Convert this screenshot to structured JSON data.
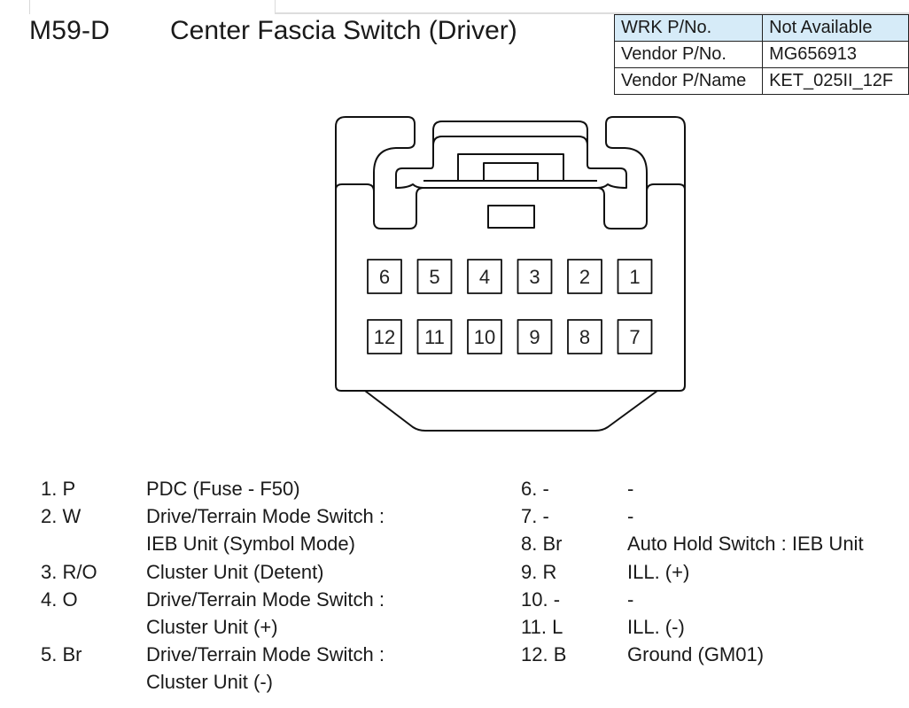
{
  "header": {
    "connector_id": "M59-D",
    "connector_name": "Center Fascia Switch (Driver)"
  },
  "info_table": {
    "rows": [
      {
        "key": "WRK P/No.",
        "value": "Not Available"
      },
      {
        "key": "Vendor P/No.",
        "value": "MG656913"
      },
      {
        "key": "Vendor P/Name",
        "value": "KET_025II_12F"
      }
    ],
    "header_color": "#d6ebf8"
  },
  "connector_diagram": {
    "pin_rows": [
      [
        "6",
        "5",
        "4",
        "3",
        "2",
        "1"
      ],
      [
        "12",
        "11",
        "10",
        "9",
        "8",
        "7"
      ]
    ]
  },
  "pinout": {
    "left": [
      {
        "pin": "1. P",
        "desc": "PDC (Fuse - F50)"
      },
      {
        "pin": "2. W",
        "desc": "Drive/Terrain Mode Switch :\nIEB Unit (Symbol Mode)"
      },
      {
        "pin": "3. R/O",
        "desc": "Cluster Unit (Detent)"
      },
      {
        "pin": "4. O",
        "desc": "Drive/Terrain Mode Switch :\nCluster Unit (+)"
      },
      {
        "pin": "5. Br",
        "desc": "Drive/Terrain Mode Switch :\nCluster Unit (-)"
      }
    ],
    "right": [
      {
        "pin": "6. -",
        "desc": "-"
      },
      {
        "pin": "7. -",
        "desc": "-"
      },
      {
        "pin": "8. Br",
        "desc": "Auto Hold Switch : IEB Unit"
      },
      {
        "pin": "9. R",
        "desc": "ILL. (+)"
      },
      {
        "pin": "10. -",
        "desc": "-"
      },
      {
        "pin": "11. L",
        "desc": "ILL. (-)"
      },
      {
        "pin": "12. B",
        "desc": "Ground (GM01)"
      }
    ]
  }
}
